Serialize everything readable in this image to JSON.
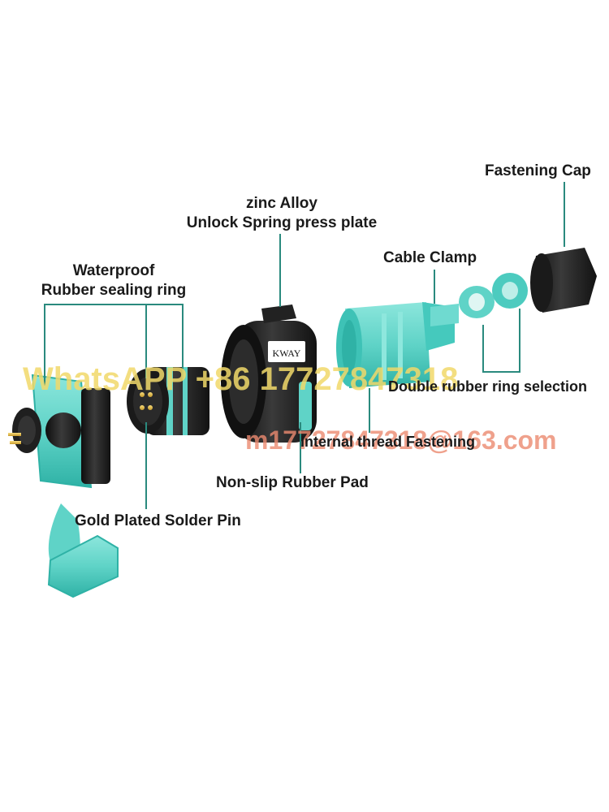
{
  "labels": {
    "fastening_cap": "Fastening Cap",
    "zinc_alloy_line1": "zinc Alloy",
    "zinc_alloy_line2": "Unlock Spring press plate",
    "cable_clamp": "Cable Clamp",
    "waterproof_line1": "Waterproof",
    "waterproof_line2": "Rubber sealing ring",
    "double_rubber_ring": "Double rubber ring selection",
    "internal_thread": "Internal thread Fastening",
    "non_slip_pad": "Non-slip Rubber Pad",
    "gold_pin": "Gold Plated Solder Pin",
    "kway_logo": "KWAY"
  },
  "watermark": {
    "whatsapp": "WhatsAPP +86   17727847318",
    "email": "m17727847318@163.com"
  },
  "colors": {
    "teal": "#5fd3c7",
    "teal_dark": "#2fb2a6",
    "black": "#1b1b1b",
    "leader": "#2a8a7e",
    "watermark_yellow": "#f1d96a",
    "watermark_red": "#ec8a70"
  }
}
